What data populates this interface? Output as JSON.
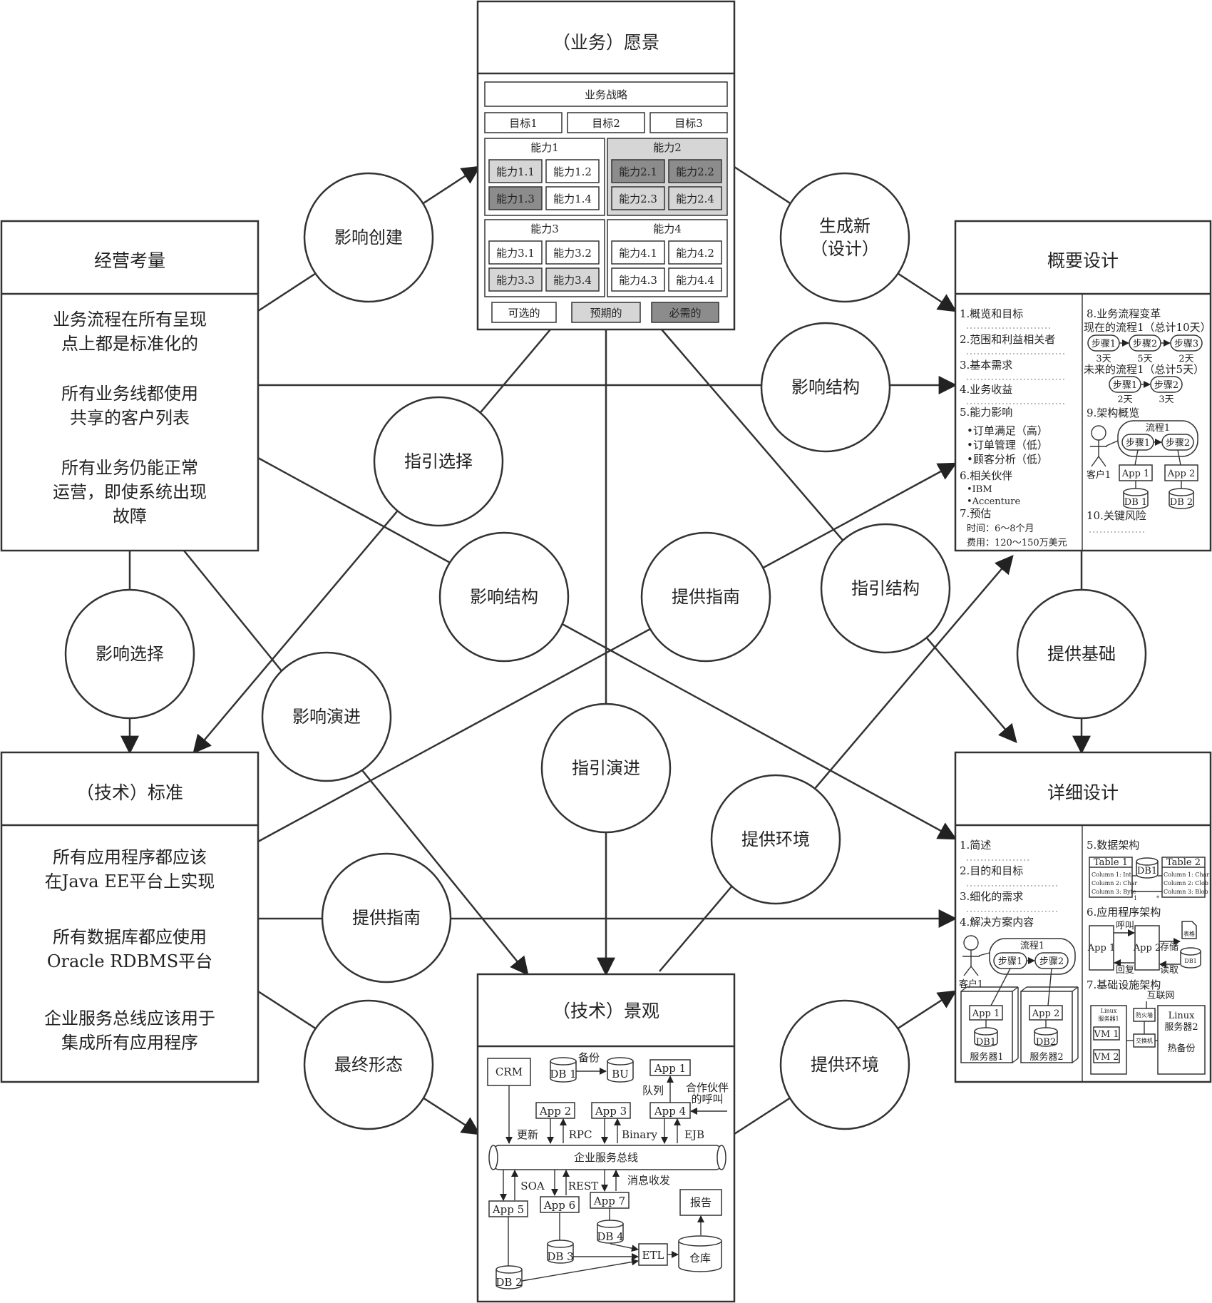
{
  "vision": {
    "title": "（业务）愿景",
    "strategy": "业务战略",
    "goals": [
      "目标1",
      "目标2",
      "目标3"
    ],
    "capabilities": [
      {
        "name": "能力1",
        "items": [
          "能力1.1",
          "能力1.2",
          "能力1.3",
          "能力1.4"
        ],
        "shades": [
          "light",
          "white",
          "dark",
          "white"
        ],
        "group_shade": "white"
      },
      {
        "name": "能力2",
        "items": [
          "能力2.1",
          "能力2.2",
          "能力2.3",
          "能力2.4"
        ],
        "shades": [
          "dark",
          "dark",
          "light",
          "light"
        ],
        "group_shade": "light"
      },
      {
        "name": "能力3",
        "items": [
          "能力3.1",
          "能力3.2",
          "能力3.3",
          "能力3.4"
        ],
        "shades": [
          "white",
          "white",
          "light",
          "light"
        ],
        "group_shade": "white"
      },
      {
        "name": "能力4",
        "items": [
          "能力4.1",
          "能力4.2",
          "能力4.3",
          "能力4.4"
        ],
        "shades": [
          "white",
          "white",
          "white",
          "white"
        ],
        "group_shade": "white"
      }
    ],
    "legend": [
      "可选的",
      "预期的",
      "必需的"
    ]
  },
  "business": {
    "title": "经营考量",
    "lines": [
      "业务流程在所有呈现",
      "点上都是标准化的",
      "",
      "所有业务线都使用",
      "共享的客户列表",
      "",
      "所有业务仍能正常",
      "运营，即使系统出现",
      "故障"
    ]
  },
  "standards": {
    "title": "（技术）标准",
    "lines": [
      "所有应用程序都应该",
      "在Java EE平台上实现",
      "",
      "所有数据库都应使用",
      "Oracle RDBMS平台",
      "",
      "企业服务总线应该用于",
      "集成所有应用程序"
    ]
  },
  "outline": {
    "title": "概要设计",
    "left": [
      "1.概览和目标",
      "2.范围和利益相关者",
      "3.基本需求",
      "4.业务收益",
      "5.能力影响",
      "•订单满足（高）",
      "•订单管理（低）",
      "•顾客分析（低）",
      "6.相关伙伴",
      "•IBM",
      "•Accenture",
      "7.预估",
      "时间：6～8个月",
      "费用：120～150万美元"
    ],
    "right": {
      "process_change": "8.业务流程变革",
      "current": "现在的流程1（总计10天）",
      "current_steps": [
        "步骤1",
        "步骤2",
        "步骤3"
      ],
      "current_days": [
        "3天",
        "5天",
        "2天"
      ],
      "future": "未来的流程1（总计5天）",
      "future_steps": [
        "步骤1",
        "步骤2"
      ],
      "future_days": [
        "2天",
        "3天"
      ],
      "arch": "9.架构概览",
      "flow": "流程1",
      "flow_steps": [
        "步骤1",
        "步骤2"
      ],
      "customer": "客户1",
      "apps": [
        "App 1",
        "App 2"
      ],
      "dbs": [
        "DB 1",
        "DB 2"
      ],
      "risk": "10.关键风险"
    }
  },
  "detail": {
    "title": "详细设计",
    "left": [
      "1.简述",
      "2.目的和目标",
      "3.细化的需求",
      "4.解决方案内容"
    ],
    "solution": {
      "flow": "流程1",
      "steps": [
        "步骤1",
        "步骤2"
      ],
      "customer": "客户1",
      "apps": [
        "App 1",
        "App 2"
      ],
      "dbs": [
        "DB1",
        "DB2"
      ],
      "servers": [
        "服务器1",
        "服务器2"
      ]
    },
    "right": {
      "data_arch": "5.数据架构",
      "table1": "Table 1",
      "table2": "Table 2",
      "db": "DB1",
      "t1_cols": [
        "Column 1: Int",
        "Column 2: Char",
        "Column 3: Byte"
      ],
      "t2_cols": [
        "Column 1: Char",
        "Column 2: Clob",
        "Column 3: Blob"
      ],
      "rel_one": "1",
      "rel_many": "*",
      "app_arch": "6.应用程序架构",
      "call": "呼叫",
      "reply": "回复",
      "store": "存储",
      "read": "读取",
      "form": "表格",
      "aa_apps": [
        "App 1",
        "App 2"
      ],
      "aa_db": "DB1",
      "infra": "7.基础设施架构",
      "internet": "互联网",
      "firewall": "防火墙",
      "switch": "交换机",
      "server1": [
        "Linux",
        "服务器1"
      ],
      "server2": [
        "Linux",
        "服务器2"
      ],
      "vms": [
        "VM 1",
        "VM 2"
      ],
      "hot_backup": "热备份"
    }
  },
  "landscape": {
    "title": "（技术）景观",
    "crm": "CRM",
    "backup": "备份",
    "db1": "DB 1",
    "bu": "BU",
    "apps_top": [
      "App 1",
      "App 2",
      "App 3",
      "App 4"
    ],
    "queue": "队列",
    "partner": [
      "合作伙伴",
      "的呼叫"
    ],
    "update": "更新",
    "rpc": "RPC",
    "binary": "Binary",
    "ejb": "EJB",
    "esb": "企业服务总线",
    "soa": "SOA",
    "rest": "REST",
    "messaging": "消息收发",
    "apps_bottom": [
      "App 5",
      "App 6",
      "App 7"
    ],
    "report": "报告",
    "db4": "DB 4",
    "db3": "DB 3",
    "etl": "ETL",
    "warehouse": "仓库",
    "db2": "DB 2"
  },
  "relations": {
    "create": "影响创建",
    "new_design": [
      "生成新",
      "（设计）"
    ],
    "struct_top": "影响结构",
    "guide_select": "指引选择",
    "influence_select": "影响选择",
    "struct_mid": "影响结构",
    "guide_mid": "提供指南",
    "guide_struct": "指引结构",
    "foundation": "提供基础",
    "evolve": "影响演进",
    "guide_evolve": "指引演进",
    "env_mid": "提供环境",
    "guide_bottom": "提供指南",
    "final": "最终形态",
    "env_bottom": "提供环境"
  }
}
